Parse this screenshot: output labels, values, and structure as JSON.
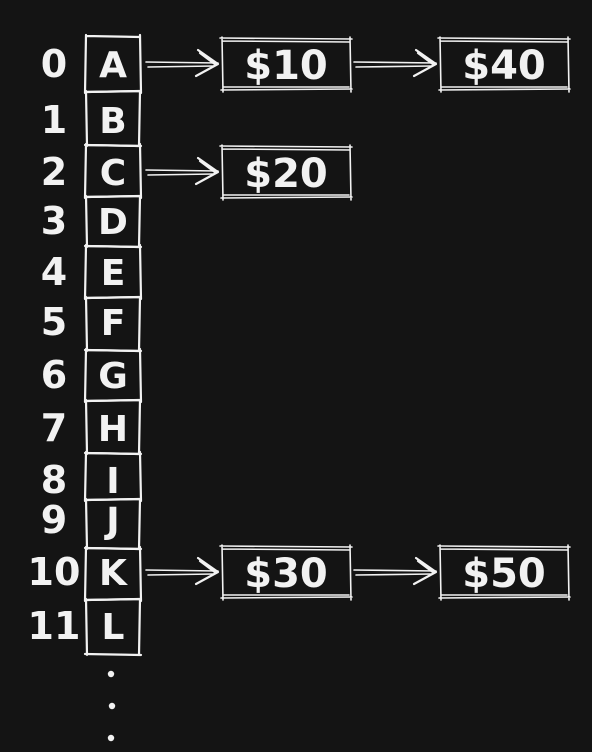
{
  "indices": [
    "0",
    "1",
    "2",
    "3",
    "4",
    "5",
    "6",
    "7",
    "8",
    "9",
    "10",
    "11"
  ],
  "buckets": [
    "A",
    "B",
    "C",
    "D",
    "E",
    "F",
    "G",
    "H",
    "I",
    "J",
    "K",
    "L"
  ],
  "chains": [
    {
      "bucket": 0,
      "nodes": [
        "$10",
        "$40"
      ]
    },
    {
      "bucket": 2,
      "nodes": [
        "$20"
      ]
    },
    {
      "bucket": 10,
      "nodes": [
        "$30",
        "$50"
      ]
    }
  ],
  "continuation": "..."
}
